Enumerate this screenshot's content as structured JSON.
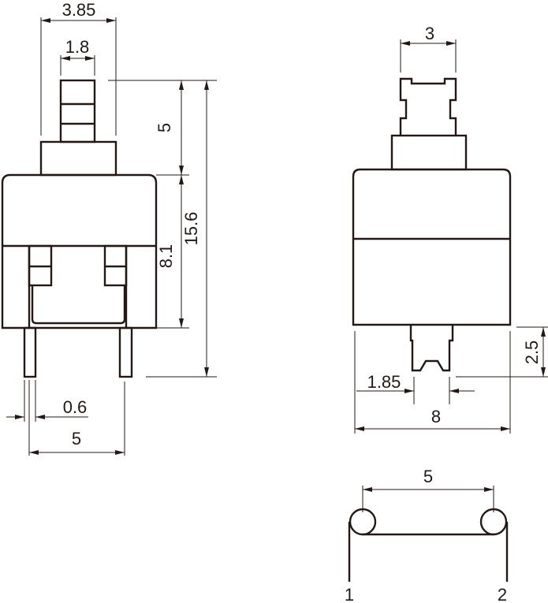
{
  "side_view": {
    "dims": {
      "plunger_width_outer": "3.85",
      "plunger_width_inner": "1.8",
      "plunger_height": "5",
      "total_height": "15.6",
      "body_height": "8.1",
      "pin_thickness": "0.6",
      "pin_spacing": "5"
    }
  },
  "front_view": {
    "dims": {
      "plunger_width": "3",
      "pin_length": "2.5",
      "pin_offset": "1.85",
      "body_width": "8"
    }
  },
  "bottom_view": {
    "dims": {
      "pin_spacing": "5"
    },
    "pin_labels": [
      "1",
      "2"
    ]
  },
  "colors": {
    "line": "#231815",
    "background": "#ffffff"
  }
}
